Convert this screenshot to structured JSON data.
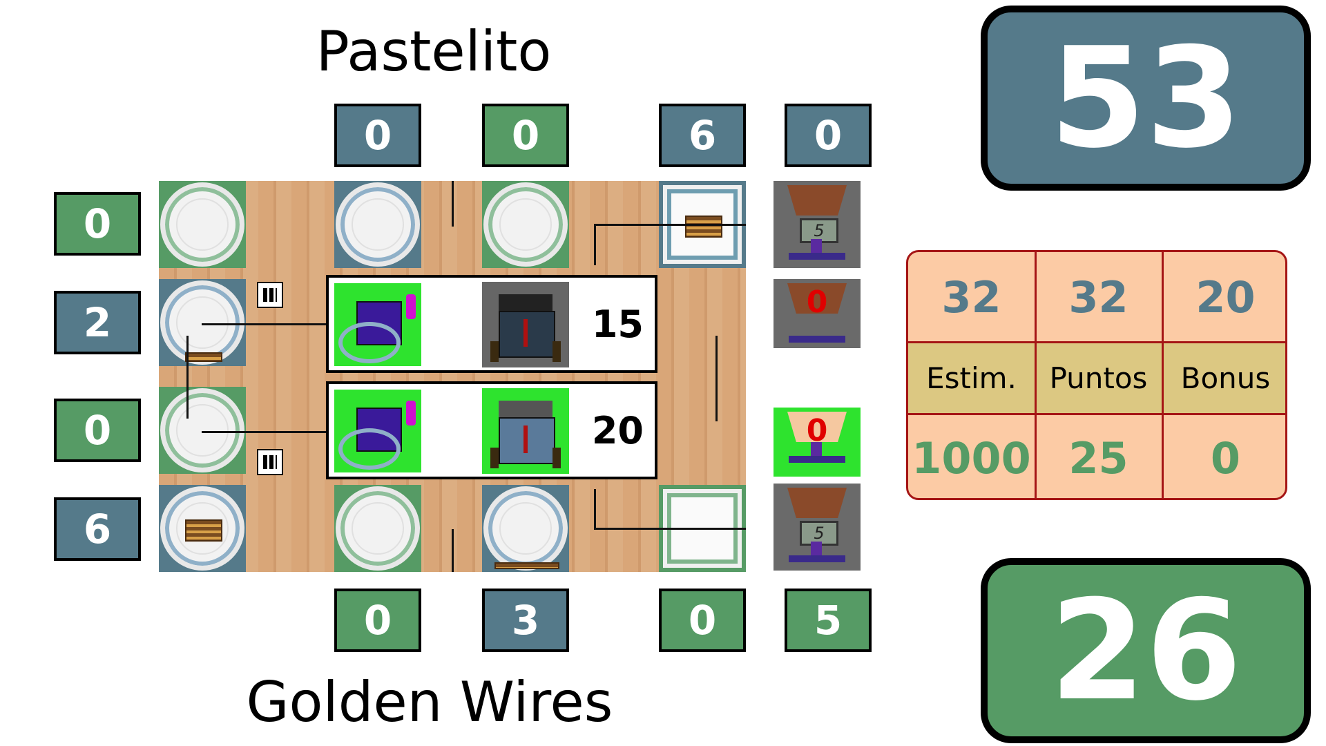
{
  "players": {
    "top": {
      "name": "Pastelito",
      "score": "53"
    },
    "bottom": {
      "name": "Golden Wires",
      "score": "26"
    }
  },
  "top_counters": [
    "0",
    "0",
    "6",
    "0"
  ],
  "bottom_counters": [
    "0",
    "3",
    "0",
    "5"
  ],
  "left_counters": [
    "0",
    "2",
    "0",
    "6"
  ],
  "machines": [
    "5",
    "0",
    "0",
    "5"
  ],
  "robot_cards": [
    "15",
    "20"
  ],
  "stats": {
    "row1": [
      "32",
      "32",
      "20"
    ],
    "headers": [
      "Estim.",
      "Puntos",
      "Bonus"
    ],
    "row3": [
      "1000",
      "25",
      "0"
    ]
  },
  "colors": {
    "blue": "#557a8a",
    "green": "#569b65",
    "bright_green": "#2ee32e",
    "stats_bg": "#fccba5",
    "stats_border": "#a51515"
  }
}
